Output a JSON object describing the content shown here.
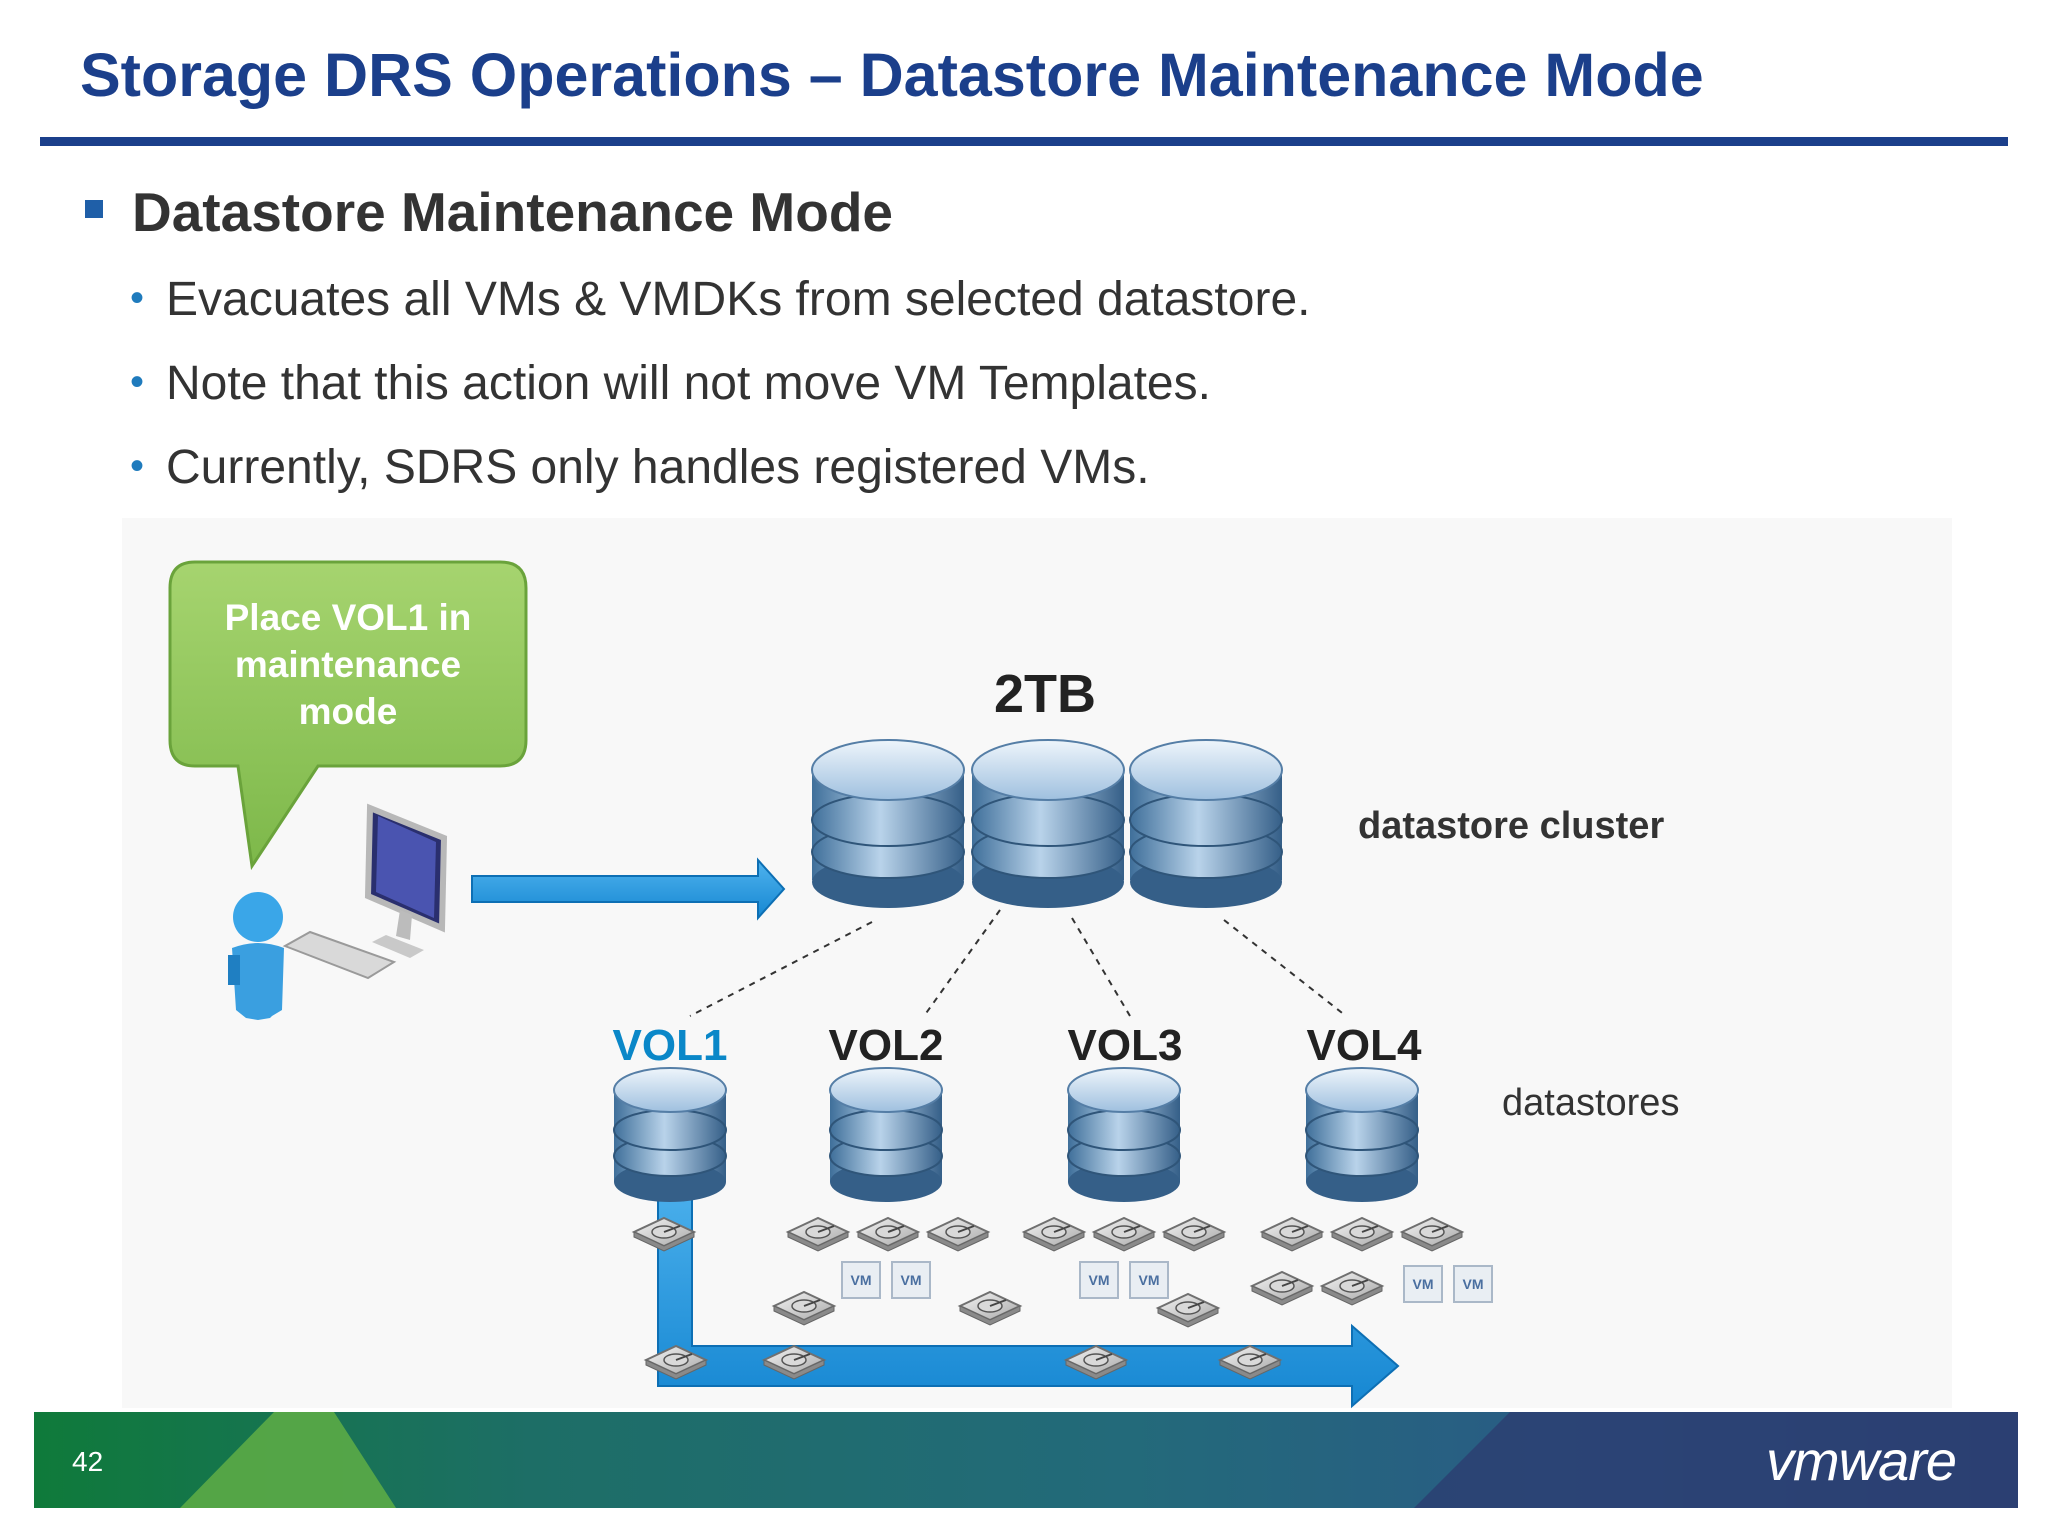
{
  "slide": {
    "title": "Storage DRS Operations – Datastore Maintenance Mode",
    "heading": "Datastore Maintenance Mode",
    "bullets": [
      "Evacuates all VMs & VMDKs from selected datastore.",
      "Note that this action will not move VM Templates.",
      "Currently, SDRS only handles registered VMs."
    ],
    "page_number": "42"
  },
  "diagram": {
    "callout_lines": [
      "Place VOL1 in",
      "maintenance",
      "mode"
    ],
    "capacity": "2TB",
    "cluster_label": "datastore cluster",
    "volumes": [
      "VOL1",
      "VOL2",
      "VOL3",
      "VOL4"
    ],
    "datastores_label": "datastores",
    "vm_badge": "VM"
  },
  "brand": {
    "logo_text": "vmware",
    "title_color": "#1b3f8b",
    "highlight_color": "#0a87c8",
    "callout_color": "#8dc456"
  }
}
